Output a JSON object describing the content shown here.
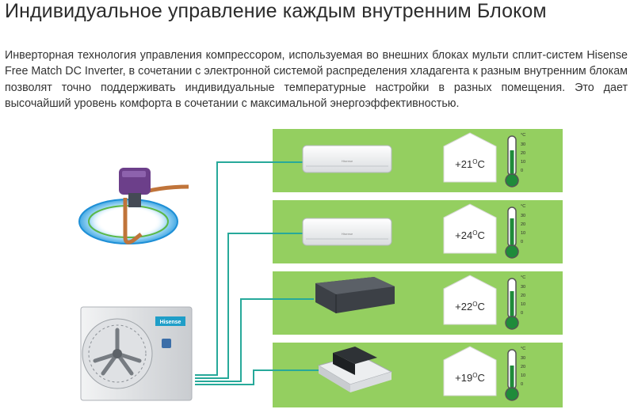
{
  "heading": "Индивидуальное управление каждым внутренним Блоком",
  "description": "Инверторная технология управления компрессором, используемая во внешних блоках мульти сплит-систем Hisense Free Match DC Inverter, в сочетании с электронной системой распределения хладагента к разным внутренним блокам позволят точно поддерживать индивидуальные температурные настройки в разных помещения. Это дает высочайший уровень комфорта в сочетании с максимальной энергоэффективностью.",
  "outdoor_unit": {
    "brand": "Hisense"
  },
  "indoor_unit_brand": "Hisense",
  "rooms": [
    {
      "unit": "wall-split",
      "temp_value": "+21",
      "temp_unit": "C"
    },
    {
      "unit": "wall-split",
      "temp_value": "+24",
      "temp_unit": "C"
    },
    {
      "unit": "duct",
      "temp_value": "+22",
      "temp_unit": "C"
    },
    {
      "unit": "cassette",
      "temp_value": "+19",
      "temp_unit": "C"
    }
  ],
  "thermometer_scale": {
    "unit": "°C",
    "ticks": [
      "30",
      "20",
      "10",
      "0"
    ]
  },
  "colors": {
    "room_panel": "#94cf60",
    "pipe": "#27a99a",
    "thermo_fill": "#1f8b3a",
    "house": "#ffffff"
  }
}
